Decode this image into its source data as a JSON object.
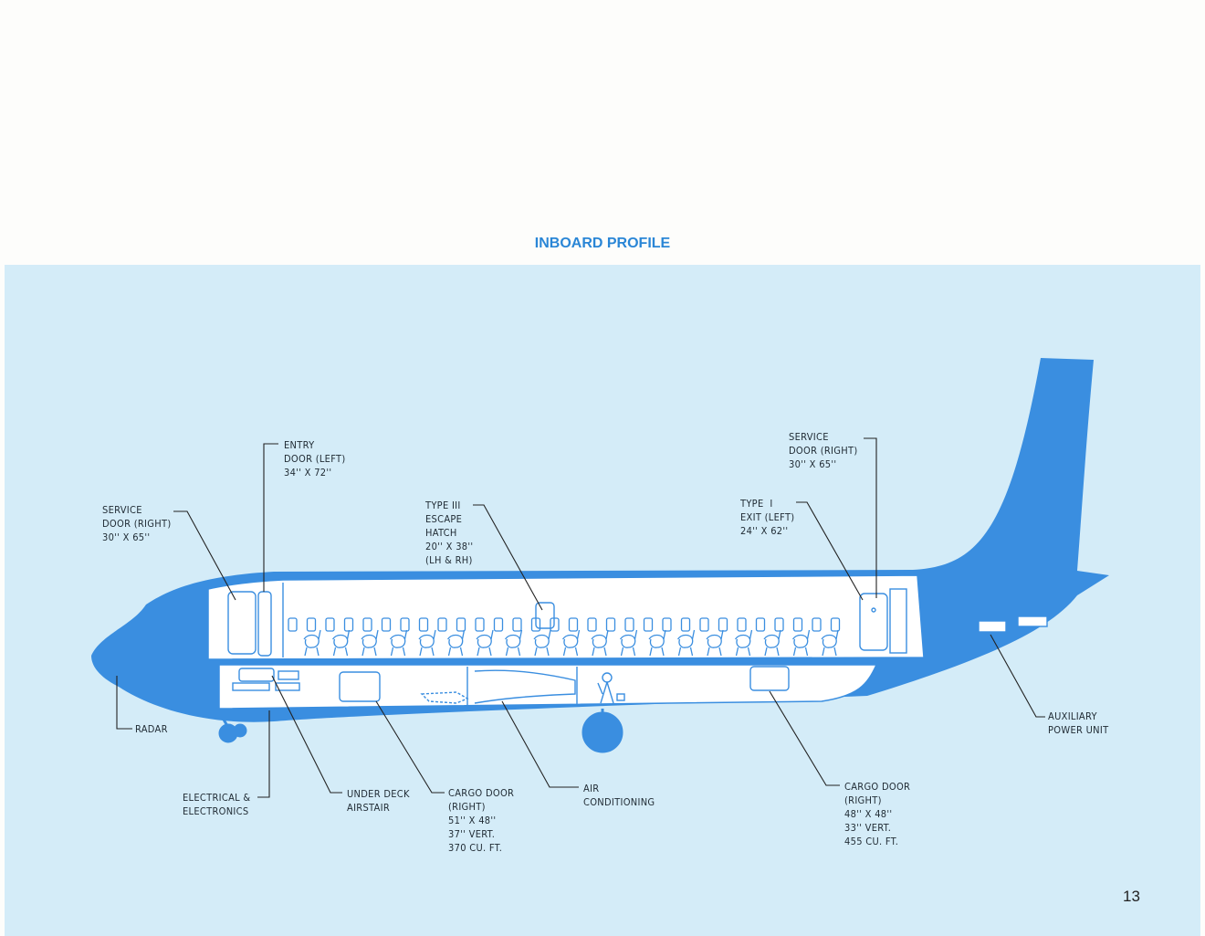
{
  "title": "INBOARD PROFILE",
  "page_number": "13",
  "colors": {
    "aircraft": "#3a8ee0",
    "background": "#d4ecf8",
    "title": "#2a86d6"
  },
  "callouts": {
    "service_door_front": [
      "SERVICE",
      "DOOR (RIGHT)",
      "30'' X 65''"
    ],
    "entry_door": [
      "ENTRY",
      "DOOR (LEFT)",
      "34'' X 72''"
    ],
    "escape_hatch": [
      "TYPE III",
      "ESCAPE",
      "HATCH",
      "20'' X 38''",
      "(LH & RH)"
    ],
    "service_door_rear": [
      "SERVICE",
      "DOOR (RIGHT)",
      "30'' X 65''"
    ],
    "type1_exit": [
      "TYPE  I",
      "EXIT (LEFT)",
      "24'' X 62''"
    ],
    "radar": [
      "RADAR"
    ],
    "apu": [
      "AUXILIARY",
      "POWER UNIT"
    ],
    "electrical": [
      "ELECTRICAL &",
      "ELECTRONICS"
    ],
    "airstair": [
      "UNDER DECK",
      "AIRSTAIR"
    ],
    "cargo_door_front": [
      "CARGO DOOR",
      "(RIGHT)",
      "51'' X 48''",
      "37'' VERT.",
      "370 CU. FT."
    ],
    "air_conditioning": [
      "AIR",
      "CONDITIONING"
    ],
    "cargo_door_rear": [
      "CARGO DOOR",
      "(RIGHT)",
      "48'' X 48''",
      "33'' VERT.",
      "455 CU. FT."
    ]
  }
}
